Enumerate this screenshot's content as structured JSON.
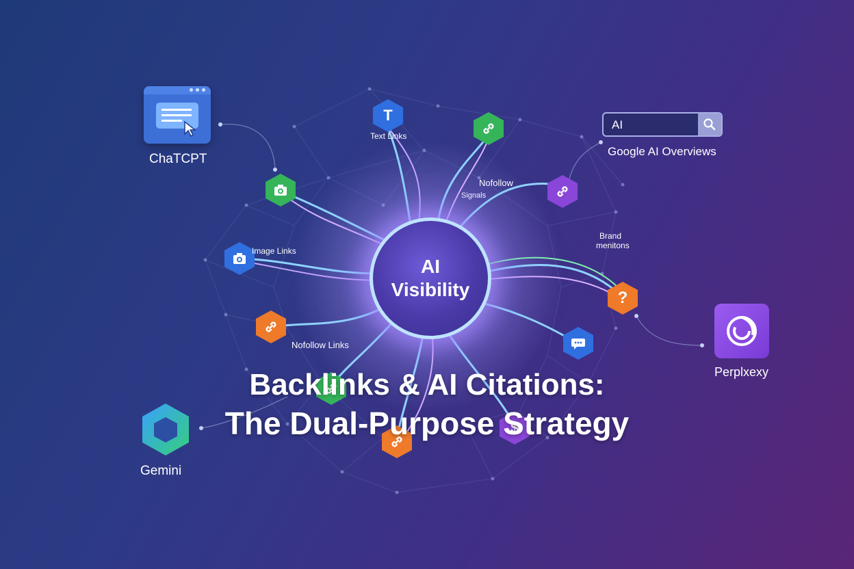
{
  "hub": {
    "line1": "AI",
    "line2": "Visibility"
  },
  "title": {
    "line1": "Backlinks & AI Citations:",
    "line2": "The Dual-Purpose Strategy"
  },
  "platforms": {
    "chatgpt": "ChaTCPT",
    "google": "Google AI Overviews",
    "search_query": "AI",
    "perplexity": "Perplxexy",
    "gemini": "Gemini"
  },
  "labels": {
    "text_links": "Text Links",
    "nofollow": "Nofollow",
    "signals": "Signals",
    "brand_mentions_1": "Brand",
    "brand_mentions_2": "menitons",
    "image_links": "Image Links",
    "nofollow_links": "Nofollow Links"
  },
  "nodes": {
    "text_link_glyph": "T",
    "question_glyph": "?"
  },
  "icons": [
    "browser-cursor-icon",
    "text-icon",
    "link-icon",
    "camera-icon",
    "search-icon",
    "question-icon",
    "chat-bubble-icon",
    "perplexity-logo-icon",
    "gemini-logo-icon"
  ],
  "colors": {
    "green": "#35b45a",
    "blue": "#2f6fe0",
    "purple": "#8a46d8",
    "orange": "#ee7a2a",
    "hub_ring": "#bfe3ff"
  }
}
